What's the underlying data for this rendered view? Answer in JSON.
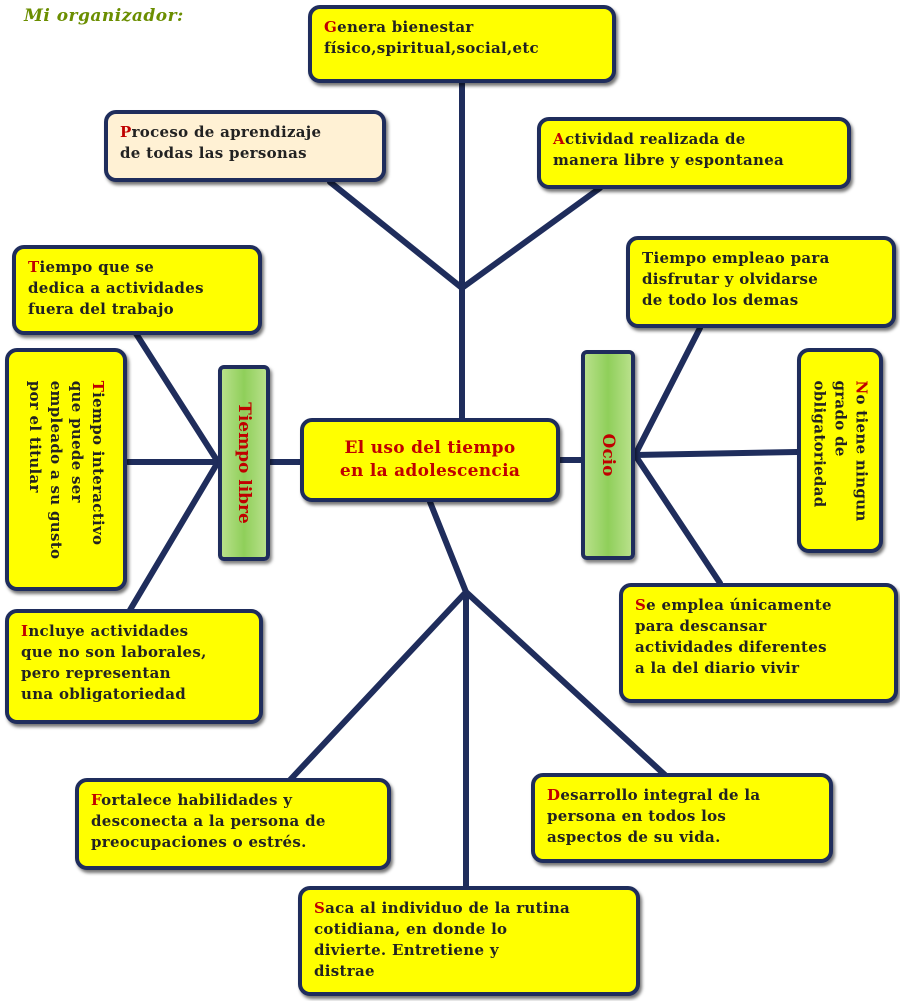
{
  "title": "Mi organizador:",
  "center": {
    "line1": "El uso del tiempo",
    "line2": "en la adolescencia"
  },
  "left_branch": {
    "label": "Tiempo libre"
  },
  "right_branch": {
    "label": "Ocio"
  },
  "top_nodes": {
    "genera": {
      "initial": "G",
      "line1": "enera bienestar",
      "line2": "físico,spiritual,social,etc"
    },
    "proceso": {
      "initial": "P",
      "line1": "roceso de aprendizaje",
      "line2": "de todas las personas"
    },
    "actividad": {
      "initial": "A",
      "line1": "ctividad realizada de",
      "line2": "manera libre y espontanea"
    }
  },
  "left_nodes": {
    "tiempo_dedica": {
      "initial": "T",
      "line1": "iempo que se",
      "line2": "dedica a actividades",
      "line3": "fuera del trabajo"
    },
    "tiempo_interactivo": {
      "initial": "T",
      "line1": "iempo interactivo",
      "line2": "que puede ser",
      "line3": "empleado a su gusto",
      "line4": "por el titular"
    },
    "incluye": {
      "initial": "I",
      "line1": "ncluye actividades",
      "line2": "que no son laborales,",
      "line3": "pero representan",
      "line4": "una obligatoriedad"
    }
  },
  "right_nodes": {
    "tiempo_empleao": {
      "line1": "Tiempo empleao para",
      "line2": "disfrutar y olvidarse",
      "line3": "de todo los demas"
    },
    "no_tiene": {
      "initial": "N",
      "line1": "o tiene ningun",
      "line2": "grado de",
      "line3": "obligatoriedad"
    },
    "se_emplea": {
      "initial": "S",
      "line1": "e emplea únicamente",
      "line2": "para descansar",
      "line3": "actividades diferentes",
      "line4": "a la del diario vivir"
    }
  },
  "bottom_nodes": {
    "fortalece": {
      "initial": "F",
      "line1": "ortalece habilidades y",
      "line2": "desconecta a la persona de",
      "line3": "preocupaciones o estrés."
    },
    "desarrollo": {
      "initial": "D",
      "line1": "esarrollo integral de la",
      "line2": "persona en todos los",
      "line3": "aspectos de su vida."
    },
    "saca": {
      "initial": "S",
      "line1": "aca al individuo de la rutina",
      "line2": "cotidiana, en donde lo",
      "line3": "divierte. Entretiene y",
      "line4": "distrae"
    }
  },
  "colors": {
    "box_fill": "#ffff00",
    "border": "#1f2d5c",
    "initial": "#c00000",
    "bar_fill": "#8fcf5a",
    "title": "#6b8e00",
    "pale_fill": "#fff1d4"
  }
}
